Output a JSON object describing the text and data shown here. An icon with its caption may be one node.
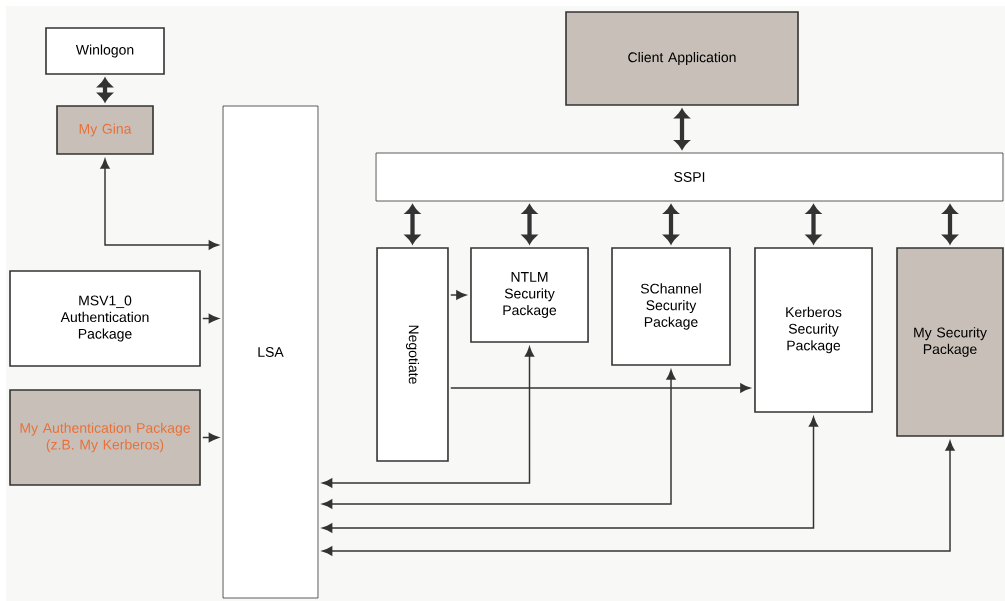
{
  "diagram": {
    "nodes": [
      {
        "text": [
          "Winlogon"
        ]
      },
      {
        "text": [
          "My Gina"
        ]
      },
      {
        "text": [
          "LSA"
        ]
      },
      {
        "text": [
          "MSV1_0 Authentication Package"
        ]
      },
      {
        "text": [
          "My Authentication Package (z.B. My Kerberos)"
        ]
      },
      {
        "text": [
          "Client Application"
        ]
      },
      {
        "text": [
          "SSPI"
        ]
      },
      {
        "text": [
          "Negotiate"
        ]
      },
      {
        "text": [
          "NTLM Security Package"
        ]
      },
      {
        "text": [
          "SChannel Security Package"
        ]
      },
      {
        "text": [
          "Kerberos Security Package"
        ]
      },
      {
        "text": [
          "My Security Package"
        ]
      }
    ],
    "edges": [
      {
        "from": 0,
        "to": 1,
        "arrow": "both",
        "style": "thick"
      },
      {
        "from": 1,
        "to": 2,
        "arrow": "both"
      },
      {
        "from": 3,
        "to": 2,
        "arrow": "to"
      },
      {
        "from": 4,
        "to": 2,
        "arrow": "to"
      },
      {
        "from": 5,
        "to": 6,
        "arrow": "both",
        "style": "thick"
      },
      {
        "from": 6,
        "to": 7,
        "arrow": "both",
        "style": "thick"
      },
      {
        "from": 6,
        "to": 8,
        "arrow": "both",
        "style": "thick"
      },
      {
        "from": 6,
        "to": 9,
        "arrow": "both",
        "style": "thick"
      },
      {
        "from": 6,
        "to": 10,
        "arrow": "both",
        "style": "thick"
      },
      {
        "from": 6,
        "to": 11,
        "arrow": "both",
        "style": "thick"
      },
      {
        "from": 7,
        "to": 8,
        "arrow": "to"
      },
      {
        "from": 7,
        "to": 10,
        "arrow": "to"
      },
      {
        "from": 2,
        "to": 8,
        "arrow": "both"
      },
      {
        "from": 2,
        "to": 9,
        "arrow": "both"
      },
      {
        "from": 2,
        "to": 10,
        "arrow": "both"
      },
      {
        "from": 2,
        "to": 11,
        "arrow": "both"
      }
    ]
  }
}
